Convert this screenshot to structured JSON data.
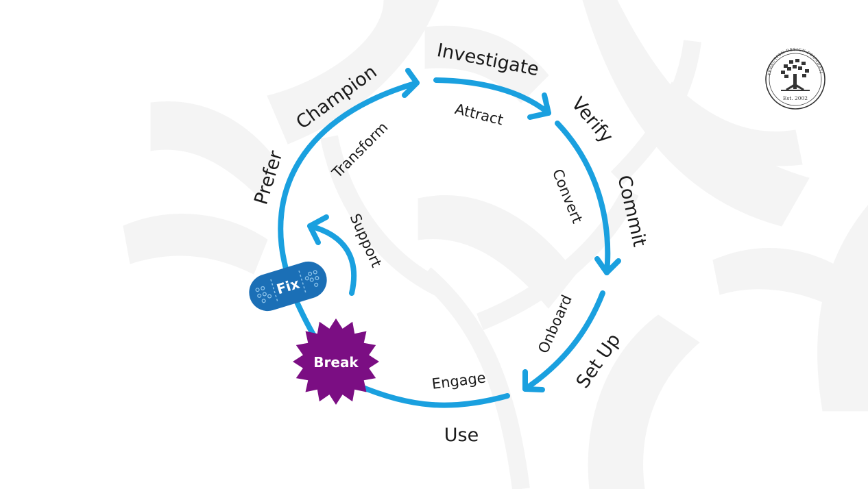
{
  "colors": {
    "arc": "#1aa0df",
    "fix_badge": "#1b6fb6",
    "break_badge": "#7b0e83",
    "text": "#1a1a1a",
    "watermark": "#f4f4f4"
  },
  "outer_labels": {
    "investigate": "Investigate",
    "verify": "Verify",
    "commit": "Commit",
    "setup": "Set Up",
    "use": "Use",
    "prefer": "Prefer",
    "champion": "Champion"
  },
  "inner_labels": {
    "attract": "Attract",
    "convert": "Convert",
    "onboard": "Onboard",
    "engage": "Engage",
    "transform": "Transform",
    "support": "Support"
  },
  "badges": {
    "fix": "Fix",
    "break": "Break"
  },
  "logo": {
    "icon": "tree-seal-icon",
    "arc_text": "INTERACTION DESIGN FOUNDATION",
    "est": "Est. 2002"
  }
}
